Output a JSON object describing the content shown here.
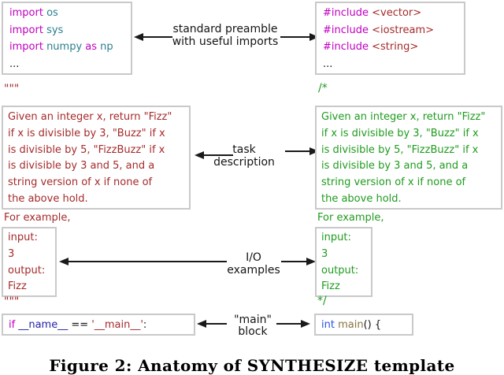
{
  "colors": {
    "keyword_magenta": "#bf00bf",
    "module_teal": "#2b7e8e",
    "string_red": "#a52a2a",
    "comment_green": "#1e9b1e",
    "name_navy": "#2323aa",
    "type_blue": "#2a55e0",
    "func_olive": "#8a7340",
    "box_border_gray": "#c9c9c9",
    "arrow_black": "#1a1a1a"
  },
  "labels": {
    "preamble": [
      "standard preamble",
      "with useful imports"
    ],
    "task": [
      "task",
      "description"
    ],
    "io": [
      "I/O",
      "examples"
    ],
    "main": [
      "\"main\"",
      "block"
    ]
  },
  "python": {
    "preamble_lines": [
      [
        {
          "t": "import ",
          "c": "kw"
        },
        {
          "t": "os",
          "c": "mod"
        }
      ],
      [
        {
          "t": "import ",
          "c": "kw"
        },
        {
          "t": "sys",
          "c": "mod"
        }
      ],
      [
        {
          "t": "import ",
          "c": "kw"
        },
        {
          "t": "numpy ",
          "c": "mod"
        },
        {
          "t": "as ",
          "c": "kw"
        },
        {
          "t": "np",
          "c": "mod"
        }
      ],
      [
        {
          "t": "...",
          "c": "blk"
        }
      ]
    ],
    "docstring_open": "\"\"\"",
    "task_lines": [
      "Given an integer x, return \"Fizz\"",
      "if x is divisible by 3, \"Buzz\" if x",
      "is divisible by 5, \"FizzBuzz\" if x",
      "is divisible by 3 and 5, and a",
      "string version of x if none of",
      "the above hold."
    ],
    "for_example": "For example,",
    "io_lines": [
      "input:",
      "3",
      "output:",
      "Fizz"
    ],
    "docstring_close": "\"\"\"",
    "main_lines": [
      [
        {
          "t": "if ",
          "c": "kw"
        },
        {
          "t": "__name__",
          "c": "navy"
        },
        {
          "t": " == ",
          "c": "blk"
        },
        {
          "t": "'__main__'",
          "c": "red"
        },
        {
          "t": ":",
          "c": "blk"
        }
      ]
    ]
  },
  "cpp": {
    "preamble_lines": [
      [
        {
          "t": "#include ",
          "c": "kw"
        },
        {
          "t": "<vector>",
          "c": "red"
        }
      ],
      [
        {
          "t": "#include ",
          "c": "kw"
        },
        {
          "t": "<iostream>",
          "c": "red"
        }
      ],
      [
        {
          "t": "#include ",
          "c": "kw"
        },
        {
          "t": "<string>",
          "c": "red"
        }
      ],
      [
        {
          "t": "...",
          "c": "blk"
        }
      ]
    ],
    "comment_open": "/*",
    "task_lines": [
      "Given an integer x, return \"Fizz\"",
      "if x is divisible by 3, \"Buzz\" if x",
      "is divisible by 5, \"FizzBuzz\" if x",
      "is divisible by 3 and 5, and a",
      "string version of x if none of",
      "the above hold."
    ],
    "for_example": "For example,",
    "io_lines": [
      "input:",
      "3",
      "output:",
      "Fizz"
    ],
    "comment_close": "*/",
    "main_lines": [
      [
        {
          "t": "int",
          "c": "blue"
        },
        {
          "t": " main",
          "c": "olive"
        },
        {
          "t": "() {",
          "c": "blk"
        }
      ]
    ]
  },
  "caption": "Figure 2: Anatomy of SYNTHESIZE template"
}
